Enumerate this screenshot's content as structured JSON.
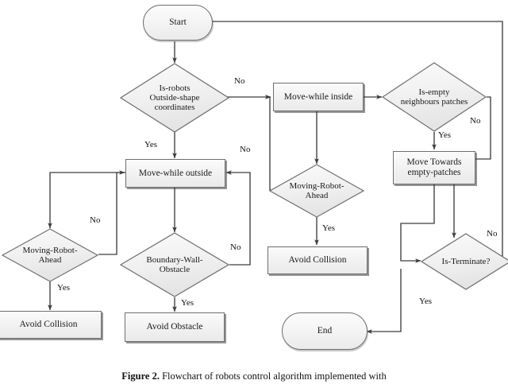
{
  "figure": {
    "type": "flowchart",
    "caption_bold": "Figure 2.",
    "caption_rest": " Flowchart of robots control algorithm implemented with"
  },
  "nodes": [
    {
      "id": "start",
      "shape": "terminator",
      "label": "Start"
    },
    {
      "id": "is_outside",
      "shape": "decision",
      "label": "Is-robots\nOutside-shape\ncoordinates"
    },
    {
      "id": "move_inside",
      "shape": "process",
      "label": "Move-while inside"
    },
    {
      "id": "is_empty",
      "shape": "decision",
      "label": "Is-empty\nneighbours patches"
    },
    {
      "id": "move_towards",
      "shape": "process",
      "label": "Move Towards\nempty-patches"
    },
    {
      "id": "move_outside",
      "shape": "process",
      "label": "Move-while outside"
    },
    {
      "id": "mra_left",
      "shape": "decision",
      "label": "Moving-Robot-\nAhead"
    },
    {
      "id": "mra_mid",
      "shape": "decision",
      "label": "Moving-Robot-\nAhead"
    },
    {
      "id": "boundary",
      "shape": "decision",
      "label": "Boundary-Wall-\nObstacle"
    },
    {
      "id": "avoid_coll_left",
      "shape": "process",
      "label": "Avoid Collision"
    },
    {
      "id": "avoid_coll_mid",
      "shape": "process",
      "label": "Avoid Collision"
    },
    {
      "id": "avoid_obstacle",
      "shape": "process",
      "label": "Avoid Obstacle"
    },
    {
      "id": "is_terminate",
      "shape": "decision",
      "label": "Is-Terminate?"
    },
    {
      "id": "end",
      "shape": "terminator",
      "label": "End"
    }
  ],
  "edge_labels": {
    "outside_no": "No",
    "outside_yes": "Yes",
    "empty_no": "No",
    "empty_yes": "Yes",
    "mra_mid_no": "No",
    "mra_mid_yes": "Yes",
    "mra_left_no": "No",
    "mra_left_yes": "Yes",
    "boundary_no": "No",
    "boundary_yes": "Yes",
    "terminate_no": "No",
    "terminate_yes": "Yes"
  },
  "colors": {
    "line": "#3d3d3d",
    "node_fill": "#f1f1f1",
    "node_stroke": "#6f6f6f",
    "text": "#1a1a1a",
    "page_bg": "#ffffff"
  }
}
